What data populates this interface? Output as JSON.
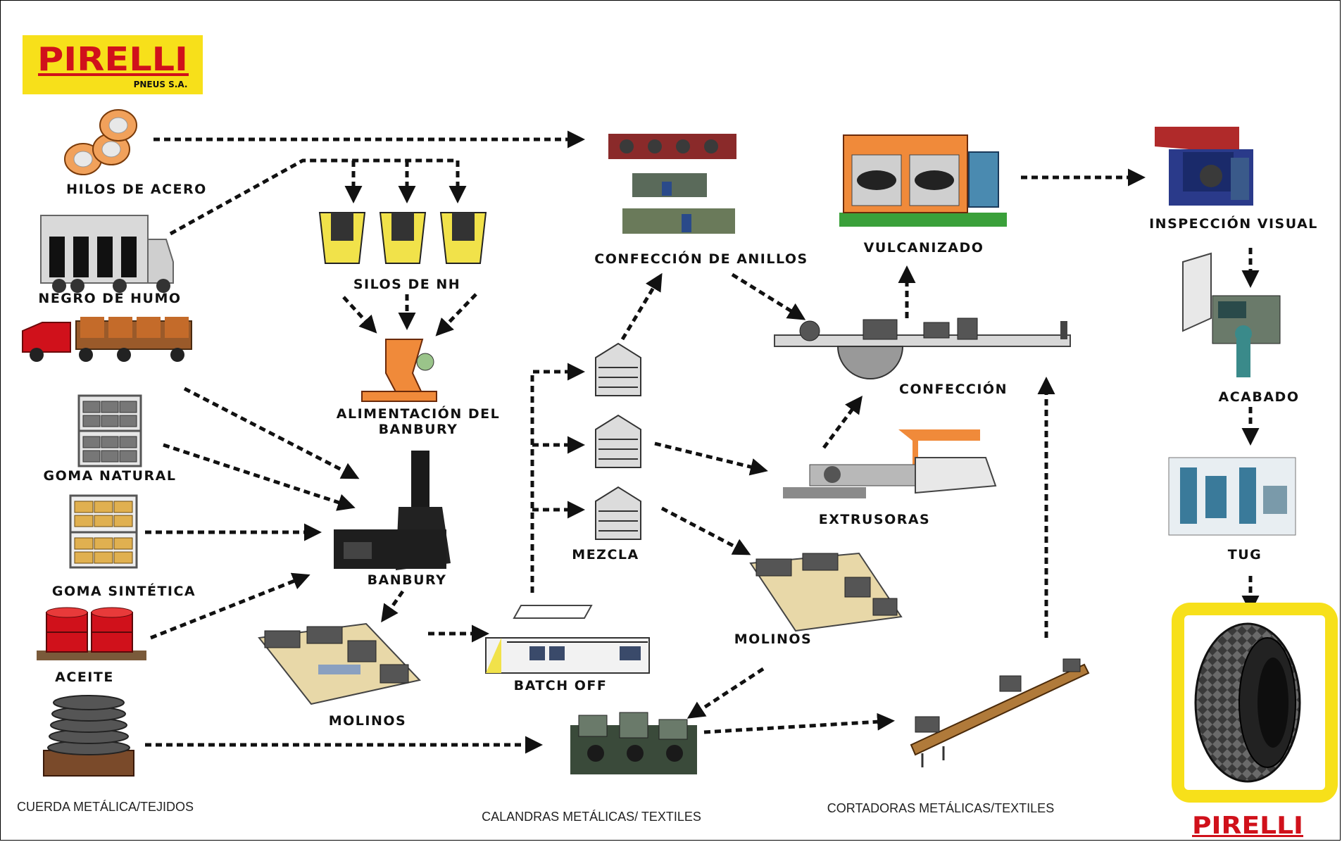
{
  "logo": {
    "brand": "PIRELLI",
    "subtitle": "PNEUS S.A."
  },
  "footer_logo": {
    "brand": "PIRELLI"
  },
  "colors": {
    "brand_yellow": "#f7e01a",
    "brand_red": "#d0111b",
    "arrow": "#111111"
  },
  "labels": {
    "hilos_de_acero": "HILOS DE ACERO",
    "negro_de_humo": "NEGRO DE HUMO",
    "goma_natural": "GOMA NATURAL",
    "goma_sintetica": "GOMA SINTÉTICA",
    "aceite": "ACEITE",
    "cuerda_metalica": "CUERDA METÁLICA/TEJIDOS",
    "silos_de_nh": "SILOS DE NH",
    "alimentacion_line1": "ALIMENTACIÓN DEL",
    "alimentacion_line2": "BANBURY",
    "banbury": "BANBURY",
    "molinos_left": "MOLINOS",
    "batch_off": "BATCH OFF",
    "mezcla": "MEZCLA",
    "confeccion_de_anillos": "CONFECCIÓN DE ANILLOS",
    "confeccion": "CONFECCIÓN",
    "extrusoras": "EXTRUSORAS",
    "molinos_right": "MOLINOS",
    "calandras": "CALANDRAS METÁLICAS/ TEXTILES",
    "cortadoras": "CORTADORAS METÁLICAS/TEXTILES",
    "vulcanizado": "VULCANIZADO",
    "inspeccion_visual": "INSPECCIÓN VISUAL",
    "acabado": "ACABADO",
    "tug": "TUG"
  }
}
